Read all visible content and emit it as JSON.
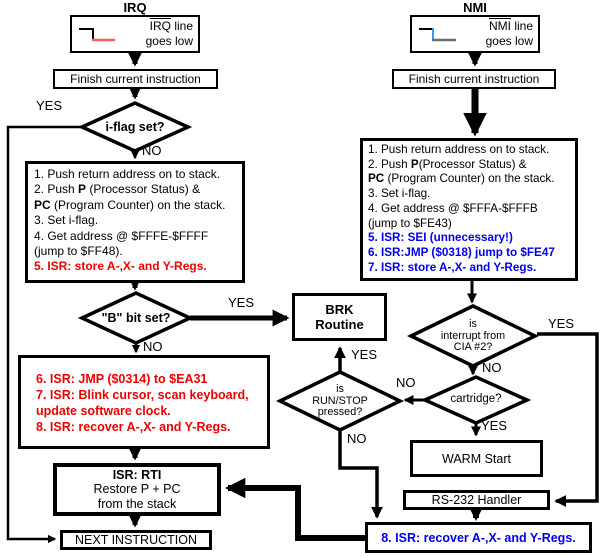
{
  "colors": {
    "accent_red": "#ee0000",
    "accent_blue": "#0000ee",
    "wave_red": "#f35f5f",
    "wave_blue": "#2d9bf7",
    "wave_gray": "#6e6e6e",
    "line": "#000000"
  },
  "labels": {
    "yes": "YES",
    "no": "NO"
  },
  "irq": {
    "title": "IRQ",
    "signal": {
      "line1_pre": "IRQ",
      "line1_post": " line",
      "line2": "goes low"
    },
    "finish": "Finish current instruction",
    "iflag_q": "i-flag set?",
    "steps": {
      "s1": "1. Push return address on to stack.",
      "s2a": "2. Push ",
      "s2b": "P",
      "s2c": " (Processor Status) &",
      "s3a": "PC",
      "s3b": " (Program Counter) on the stack.",
      "s4": "3. Set i-flag.",
      "s5": "4. Get address @ $FFFE-$FFFF",
      "s6": "(jump to $FF48).",
      "s7": "5. ISR: store A-,X- and Y-Regs."
    },
    "b_q": "\"B\" bit set?",
    "brk": {
      "l1": "BRK",
      "l2": "Routine"
    },
    "isr_red": {
      "l1": "6. ISR: JMP ($0314) to $EA31",
      "l2": "7. ISR: Blink cursor, scan keyboard,",
      "l3": "update software clock.",
      "l4": "8. ISR: recover A-,X- and Y-Regs."
    },
    "rti": {
      "l1": "ISR: RTI",
      "l2": "Restore P + PC",
      "l3": "from the stack"
    },
    "next": "NEXT INSTRUCTION"
  },
  "nmi": {
    "title": "NMI",
    "signal": {
      "line1_pre": "NMI",
      "line1_post": " line",
      "line2": "goes low"
    },
    "finish": "Finish current instruction",
    "steps": {
      "s1": "1. Push return address on to stack.",
      "s2a": "2. Push ",
      "s2b": "P",
      "s2c": "(Processor Status) &",
      "s3a": "PC",
      "s3b": " (Program Counter) on the stack.",
      "s4": "3. Set i-flag.",
      "s5": "4. Get address @ $FFFA-$FFFB",
      "s6": "(jump to $FE43)",
      "s7": "5. ISR: SEI (unnecessary!)",
      "s8": "6. ISR:JMP ($0318) jump to $FE47",
      "s9": "7. ISR: store A-,X- and Y-Regs."
    },
    "cia_q": {
      "l1": "is",
      "l2": "interrupt from",
      "l3": "CIA #2?"
    },
    "cartridge_q": "cartridge?",
    "runstop_q": {
      "l1": "is",
      "l2": "RUN/STOP",
      "l3": "pressed?"
    },
    "warm": "WARM Start",
    "rs232": "RS-232 Handler",
    "recover": "8. ISR: recover A-,X- and Y-Regs."
  }
}
